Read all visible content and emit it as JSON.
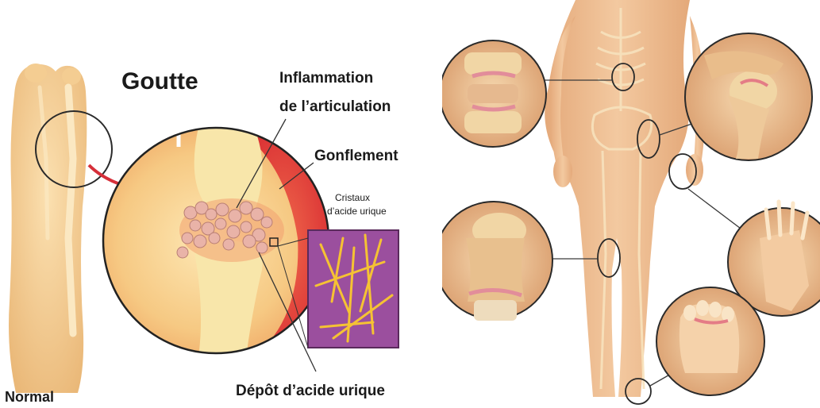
{
  "left_panel": {
    "title": "Goutte",
    "labels": {
      "inflammation_line1": "Inflammation",
      "inflammation_line2": "de l’articulation",
      "swelling": "Gonflement",
      "crystals_line1": "Cristaux",
      "crystals_line2": "d’acide urique",
      "deposit": "Dépôt d’acide urique",
      "normal": "Normal"
    }
  },
  "colors": {
    "skin": "#f3c98b",
    "bone": "#f7e3a6",
    "inflamed": "#e2393b",
    "crystal_bg": "#9b4f9e",
    "crystal": "#f5c233",
    "arrow": "#d6303a",
    "body": "#e9b487"
  }
}
